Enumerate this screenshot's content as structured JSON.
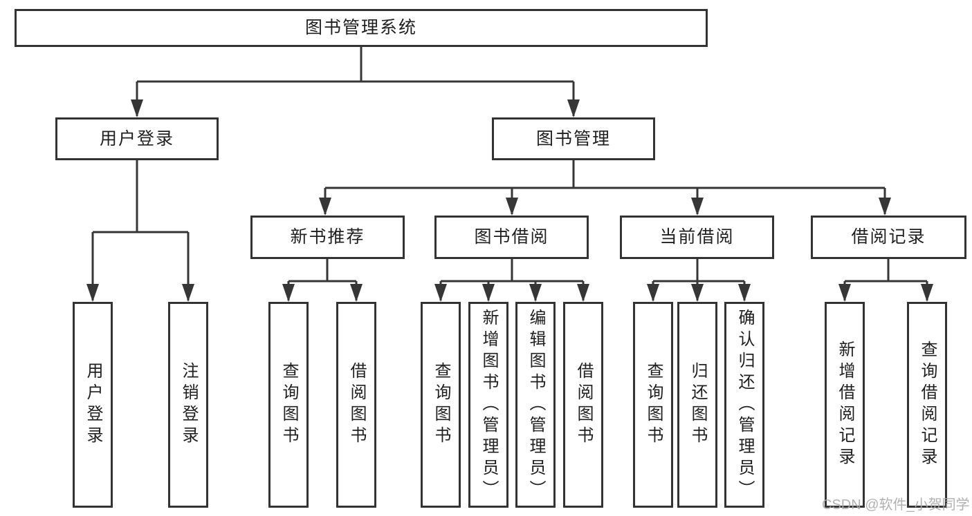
{
  "diagram": {
    "type": "functional-structure-tree",
    "tree": {
      "root": "图书管理系统",
      "children": [
        {
          "label": "用户登录",
          "children": [
            {
              "label": "用户登录"
            },
            {
              "label": "注销登录"
            }
          ]
        },
        {
          "label": "图书管理",
          "children": [
            {
              "label": "新书推荐",
              "children": [
                {
                  "label": "查询图书"
                },
                {
                  "label": "借阅图书"
                }
              ]
            },
            {
              "label": "图书借阅",
              "children": [
                {
                  "label": "查询图书"
                },
                {
                  "label": "新增图书（管理员）"
                },
                {
                  "label": "编辑图书（管理员）"
                },
                {
                  "label": "借阅图书"
                }
              ]
            },
            {
              "label": "当前借阅",
              "children": [
                {
                  "label": "查询图书"
                },
                {
                  "label": "归还图书"
                },
                {
                  "label": "确认归还（管理员）"
                }
              ]
            },
            {
              "label": "借阅记录",
              "children": [
                {
                  "label": "新增借阅记录"
                },
                {
                  "label": "查询借阅记录"
                }
              ]
            }
          ]
        }
      ]
    },
    "colors": {
      "line": "#363636",
      "box_border": "#333333",
      "text": "#1f1f1f",
      "background": "#ffffff",
      "watermark": "#a8a8a8"
    }
  },
  "watermark": "CSDN @软件_小贺同学"
}
